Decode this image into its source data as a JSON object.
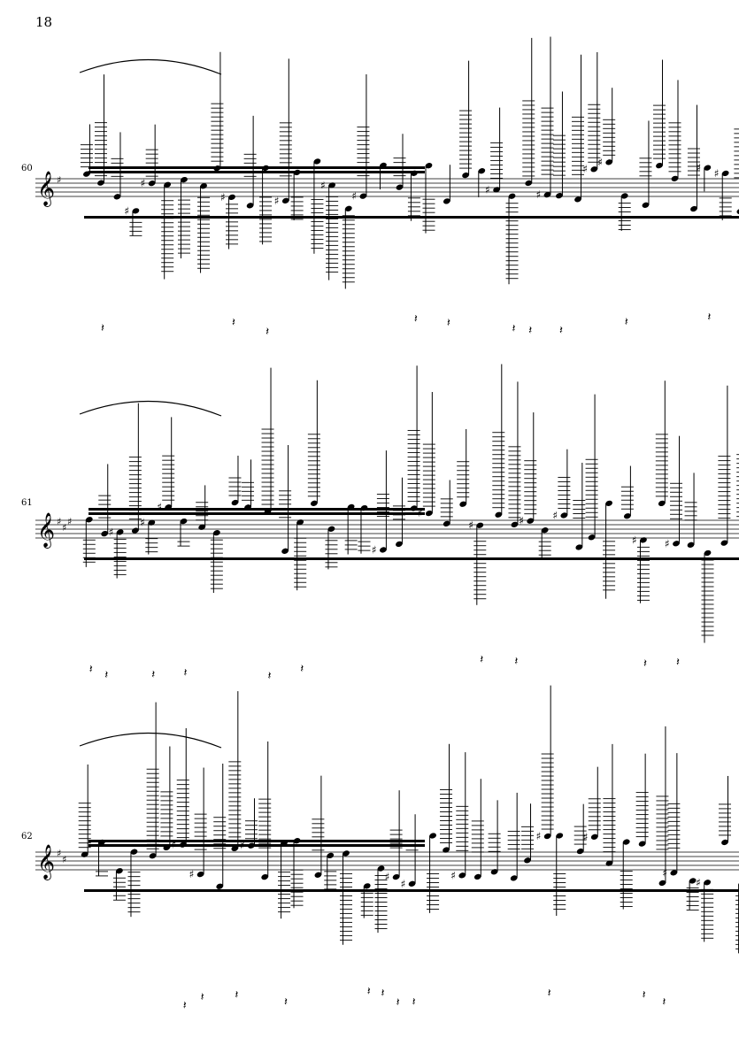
{
  "page": {
    "number": "18"
  },
  "systems": [
    {
      "measure": "60",
      "clef": "treble",
      "key": "sharp"
    },
    {
      "measure": "61",
      "clef": "treble",
      "key": "sharps-3"
    },
    {
      "measure": "62",
      "clef": "treble",
      "key": "sharps-2"
    }
  ]
}
